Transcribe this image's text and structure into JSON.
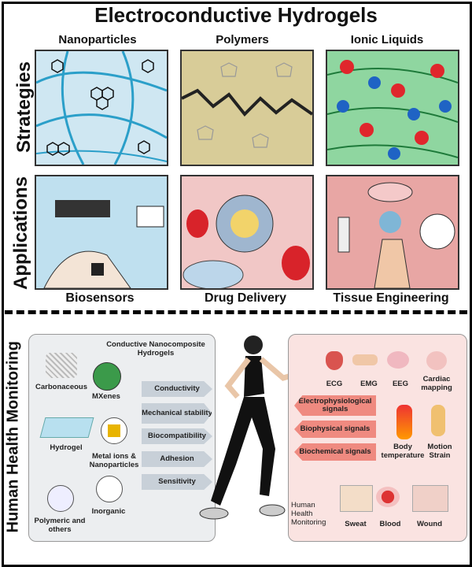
{
  "title": "Electroconductive Hydrogels",
  "row_labels": {
    "strategies": "Strategies",
    "applications": "Applications"
  },
  "columns": [
    "Nanoparticles",
    "Polymers",
    "Ionic Liquids"
  ],
  "applications": [
    "Biosensors",
    "Drug Delivery",
    "Tissue Engineering"
  ],
  "monitoring": {
    "side_label": "Human Health Monitoring",
    "nanocomposite_title": "Conductive Nanocomposite Hydrogels",
    "materials": [
      "Carbonaceous",
      "MXenes",
      "Hydrogel",
      "Metal ions & Nanoparticles",
      "Polymeric and others",
      "Inorganic"
    ],
    "properties": [
      "Conductivity",
      "Mechanical stability",
      "Biocompatibility",
      "Adhesion",
      "Sensitivity"
    ],
    "signals": [
      "Electrophysiological signals",
      "Biophysical signals",
      "Biochemical signals"
    ],
    "top_items": [
      "ECG",
      "EMG",
      "EEG",
      "Cardiac mapping"
    ],
    "mid_items": [
      "Body temperature",
      "Motion Strain"
    ],
    "bottom_title": "Human Health Monitoring",
    "bottom_items": [
      "Sweat",
      "Blood",
      "Wound"
    ]
  },
  "colors": {
    "panel_blue": "#cfe7f2",
    "panel_yellow": "#d8cc98",
    "panel_green": "#8fd6a0",
    "panel_pink": "#f0a9a5",
    "panel_app_blue": "#bfe0ef",
    "signal_red": "#ef8a80",
    "prop_gray": "#c8d0d8"
  }
}
